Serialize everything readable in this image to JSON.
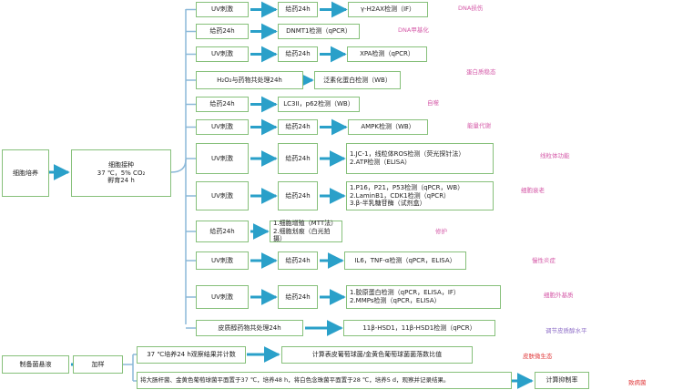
{
  "colors": {
    "box_border": "#86c07a",
    "arrow": "#2aa0c9",
    "connector": "#8bb8d8",
    "label_pink": "#d55aa8",
    "label_red": "#e0383a",
    "label_purple": "#8f6fc8"
  },
  "start": {
    "culture": "细胞培养",
    "inoculate": "细胞接种\n37 ℃，5% CO₂\n孵育24 h"
  },
  "rows": [
    {
      "a": "UV刺激",
      "b": "给药24h",
      "c": "γ-H2AX检测（IF）",
      "tag": "DNA损伤"
    },
    {
      "a": "给药24h",
      "b": "",
      "c": "DNMT1检测（qPCR）",
      "tag": "DNA甲基化"
    },
    {
      "a": "UV刺激",
      "b": "给药24h",
      "c": "XPA检测（qPCR）",
      "tag": ""
    },
    {
      "a": "H₂O₂与药物共处理24h",
      "b": "",
      "c": "泛素化蛋白检测（WB）",
      "tag": "蛋白质稳态"
    },
    {
      "a": "给药24h",
      "b": "",
      "c": "LC3II，p62检测（WB）",
      "tag": "自噬"
    },
    {
      "a": "UV刺激",
      "b": "给药24h",
      "c": "AMPK检测（WB）",
      "tag": "能量代谢"
    },
    {
      "a": "UV刺激",
      "b": "给药24h",
      "c": "1.JC-1，线粒体ROS检测（荧光探针法）\n2.ATP检测（ELISA）",
      "tag": "线粒体功能"
    },
    {
      "a": "UV刺激",
      "b": "给药24h",
      "c": "1.P16，P21，P53检测（qPCR，WB）\n2.LaminB1，CDK1检测（qPCR）\n3.β-半乳糖苷酶（试剂盒）",
      "tag": "细胞衰老"
    },
    {
      "a": "给药24h",
      "b": "",
      "c": "1.细胞增殖（MTT法）\n2.细胞划痕（白光拍摄）",
      "tag": "修护"
    },
    {
      "a": "UV刺激",
      "b": "给药24h",
      "c": "IL6，TNF-α检测（qPCR，ELISA）",
      "tag": "慢性炎症"
    },
    {
      "a": "UV刺激",
      "b": "给药24h",
      "c": "1.胶原蛋白检测（qPCR，ELISA，IF）\n2.MMPs检测（qPCR，ELISA）",
      "tag": "细胞外基质"
    },
    {
      "a": "皮质醇药物共处理24h",
      "b": "",
      "c": "11β-HSD1，11β-HSD1检测（qPCR）",
      "tag": "调节皮质醇水平"
    }
  ],
  "bacteria": {
    "prep": "制备菌悬液",
    "add": "加样",
    "step1": "37 ℃培养24 h观察结果并计数",
    "step1_result": "计算表皮葡萄球菌/金黄色葡萄球菌菌落数比值",
    "tag1": "皮肤微生态",
    "step2": "将大肠杆菌、金黄色葡萄球菌平面置于37 ℃，培养48 h，将白色念珠菌平面置于28 ℃，培养5 d，观察并记录结果。",
    "step2_result": "计算抑制率",
    "tag2": "致病菌"
  }
}
